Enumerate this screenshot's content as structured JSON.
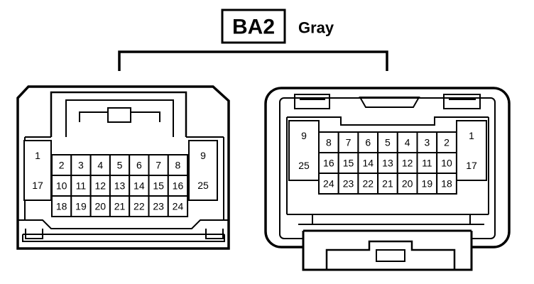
{
  "title": {
    "code": "BA2",
    "color_label": "Gray"
  },
  "connectors": [
    {
      "id": "left",
      "side_left": [
        "1",
        "17"
      ],
      "side_right": [
        "9",
        "25"
      ],
      "rows": [
        [
          "2",
          "3",
          "4",
          "5",
          "6",
          "7",
          "8"
        ],
        [
          "10",
          "11",
          "12",
          "13",
          "14",
          "15",
          "16"
        ],
        [
          "18",
          "19",
          "20",
          "21",
          "22",
          "23",
          "24"
        ]
      ]
    },
    {
      "id": "right",
      "side_left": [
        "9",
        "25"
      ],
      "side_right": [
        "1",
        "17"
      ],
      "rows": [
        [
          "8",
          "7",
          "6",
          "5",
          "4",
          "3",
          "2"
        ],
        [
          "16",
          "15",
          "14",
          "13",
          "12",
          "11",
          "10"
        ],
        [
          "24",
          "23",
          "22",
          "21",
          "20",
          "19",
          "18"
        ]
      ]
    }
  ]
}
